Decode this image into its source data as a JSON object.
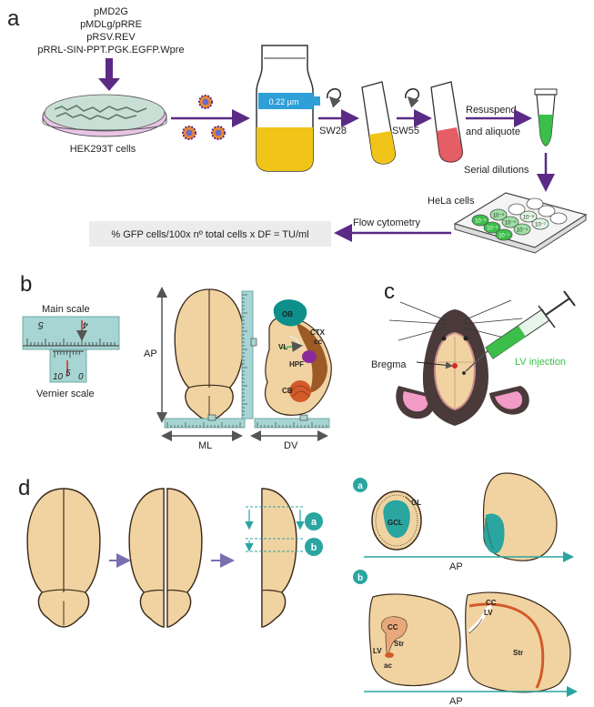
{
  "colors": {
    "purple": "#5b2a86",
    "teal": "#2aa5a0",
    "brain": "#f1d3a2",
    "brain_stroke": "#3a2a1a",
    "green": "#3bbf4a",
    "yellow": "#f0c419",
    "red": "#e0424a",
    "pink": "#f29bc6",
    "mouse_fur": "#4a3a3a",
    "blue_box": "#2f9fd8"
  },
  "panel_a": {
    "label": "a",
    "plasmids": [
      "pMD2G",
      "pMDLg/pRRE",
      "pRSV.REV",
      "pRRL-SIN-PPT.PGK.EGFP.Wpre"
    ],
    "cells_label": "HEK293T cells",
    "filter_label": "0.22 µm",
    "sw28": "SW28",
    "sw55": "SW55",
    "resuspend_line1": "Resuspend",
    "resuspend_line2": "and aliquote",
    "serial_dilutions": "Serial dilutions",
    "hela": "HeLa cells",
    "flow": "Flow cytometry",
    "formula": "% GFP cells/100x nº total cells x DF = TU/ml",
    "wells": [
      "10⁻¹",
      "10⁻²",
      "10⁻³",
      "10⁻⁴",
      "10⁻⁵",
      "10⁻⁶",
      "10⁻⁷",
      "10⁻⁸"
    ]
  },
  "panel_b": {
    "label": "b",
    "main_scale": "Main scale",
    "vernier_scale": "Vernier scale",
    "main_digits": [
      "5",
      "4"
    ],
    "vernier_digits": [
      "10",
      "5",
      "0"
    ],
    "ap": "AP",
    "ml": "ML",
    "dv": "DV",
    "regions": [
      "OB",
      "CTX",
      "cc",
      "VL",
      "HPF",
      "CB"
    ]
  },
  "panel_c": {
    "label": "c",
    "bregma": "Bregma",
    "lv_injection": "LV injection"
  },
  "panel_d": {
    "label": "d",
    "marker_a": "a",
    "marker_b": "b",
    "section_a": {
      "marker": "a",
      "gl": "GL",
      "gcl": "GCL",
      "ap": "AP"
    },
    "section_b": {
      "marker": "b",
      "cc": "CC",
      "str": "Str",
      "lv": "LV",
      "ac": "ac",
      "cc2": "CC",
      "lv2": "LV",
      "str2": "Str",
      "ap": "AP"
    }
  }
}
